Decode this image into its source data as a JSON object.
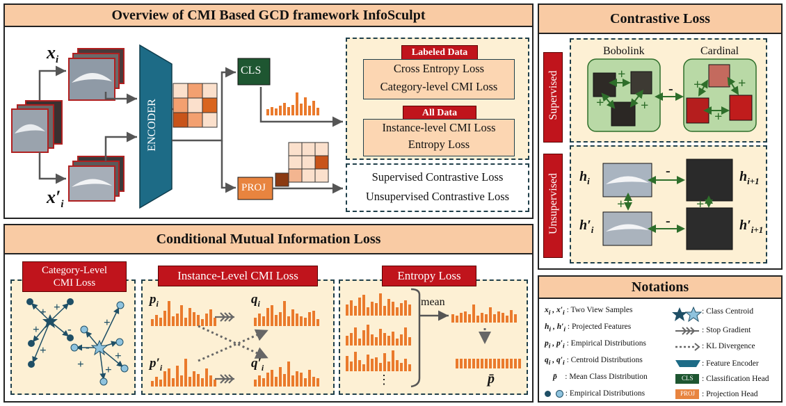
{
  "overview": {
    "title": "Overview of CMI Based GCD framework InfoSculpt",
    "x_i": "x",
    "x_i_sub": "i",
    "x_i_prime": "x′",
    "x_i_prime_sub": "i",
    "encoder_label": "ENCODER",
    "cls_label": "CLS",
    "proj_label": "PROJ",
    "labeled_tag": "Labeled Data",
    "labeled_losses": [
      "Cross Entropy Loss",
      "Category-level CMI Loss"
    ],
    "all_tag": "All Data",
    "all_losses": [
      "Instance-level CMI Loss",
      "Entropy Loss"
    ],
    "contrastive_losses": [
      "Supervised Contrastive Loss",
      "Unsupervised Contrastive Loss"
    ]
  },
  "contrastive": {
    "title": "Contrastive Loss",
    "supervised_tag": "Supervised",
    "unsupervised_tag": "Unsupervised",
    "class_a": "Bobolink",
    "class_b": "Cardinal",
    "plus": "+",
    "minus": "-",
    "h_i": "h",
    "h_i_sub": "i",
    "h_i1": "h",
    "h_i1_sub": "i+1",
    "h_i_prime": "h′",
    "h_i_prime_sub": "i",
    "h_i1_prime": "h′",
    "h_i1_prime_sub": "i+1"
  },
  "cmi": {
    "title": "Conditional Mutual Information Loss",
    "category_tag_line1": "Category-Level",
    "category_tag_line2": "CMI Loss",
    "instance_tag": "Instance-Level CMI Loss",
    "entropy_tag": "Entropy Loss",
    "p_i": "p",
    "p_i_sub": "i",
    "p_i_prime": "p′",
    "p_i_prime_sub": "i",
    "q_i": "q",
    "q_i_sub": "i",
    "q_i_prime": "q′",
    "q_i_prime_sub": "i",
    "mean_label": "mean",
    "p_bar": "p̄",
    "ellipsis": "⋮"
  },
  "notations": {
    "title": "Notations",
    "rows": [
      {
        "symbol": "x_i , x′_i",
        "text": ": Two View Samples"
      },
      {
        "symbol": "h_i , h′_i",
        "text": ": Projected Features"
      },
      {
        "symbol": "p_i , p′_i",
        "text": ": Empirical Distributions"
      },
      {
        "symbol": "q_i , q′_i",
        "text": ": Centroid Distributions"
      },
      {
        "symbol": "p̄",
        "text": ": Mean Class Distribution"
      },
      {
        "symbol": "circles",
        "text": ": Empirical Distributions"
      }
    ],
    "right_rows": [
      {
        "icon": "star-icon",
        "text": ": Class Centroid"
      },
      {
        "icon": "stop-gradient-arrow-icon",
        "text": ": Stop Gradient"
      },
      {
        "icon": "kl-arrow-icon",
        "text": ": KL Divergence"
      },
      {
        "icon": "encoder-icon",
        "text": ": Feature Encoder"
      },
      {
        "icon": "cls-icon",
        "text": ": Classification Head"
      },
      {
        "icon": "proj-icon",
        "text": ": Projection Head"
      }
    ],
    "cls_small": "CLS",
    "proj_small": "PROJ"
  },
  "colors": {
    "panel_header": "#f9cba4",
    "dash_bg": "#fdf0d4",
    "encoder": "#1d6b86",
    "cls_head": "#1e5631",
    "proj_head": "#e8843f",
    "red_tag": "#c0141c",
    "bar_orange": "#ea7a2c",
    "teal_dark": "#1f4f66",
    "teal_light": "#8fc3de",
    "green": "#2e6e2a",
    "green_bg": "#b9d9a6"
  }
}
